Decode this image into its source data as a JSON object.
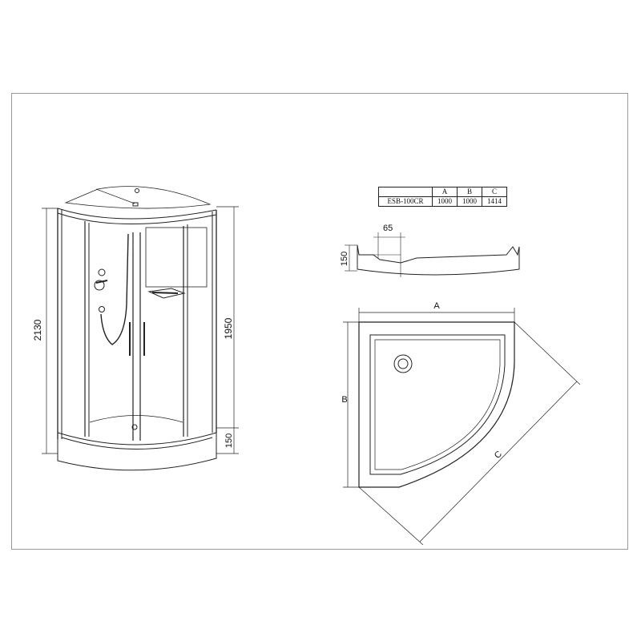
{
  "spec_table": {
    "headers": [
      "",
      "A",
      "B",
      "C"
    ],
    "row": [
      "ESB-100CR",
      "1000",
      "1000",
      "1414"
    ]
  },
  "dimensions": {
    "total_height": "2130",
    "cabin_height": "1950",
    "tray_height": "150",
    "profile_height": "150",
    "profile_step": "65",
    "tray_width_label": "A",
    "tray_depth_label": "B",
    "tray_diagonal_label": "C"
  }
}
